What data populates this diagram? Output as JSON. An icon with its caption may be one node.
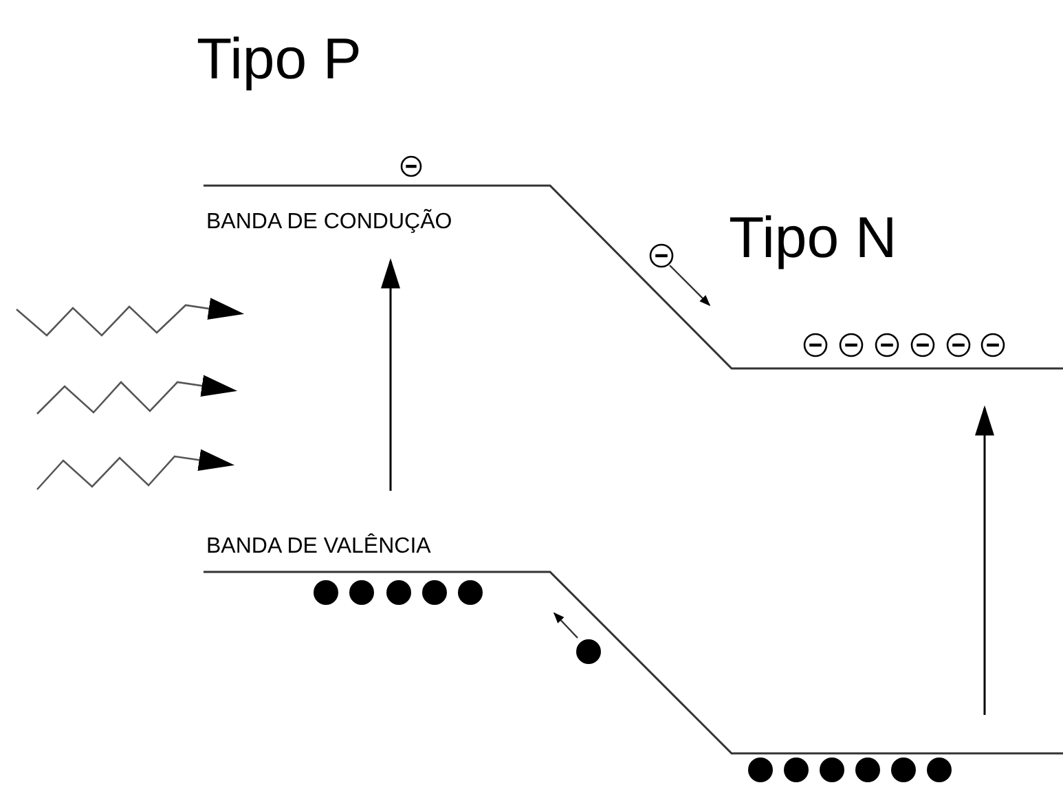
{
  "diagram": {
    "labels": [
      "Tipo P",
      "BANDA DE CONDUÇÃO",
      "Tipo N",
      "BANDA DE VALÊNCIA"
    ]
  }
}
